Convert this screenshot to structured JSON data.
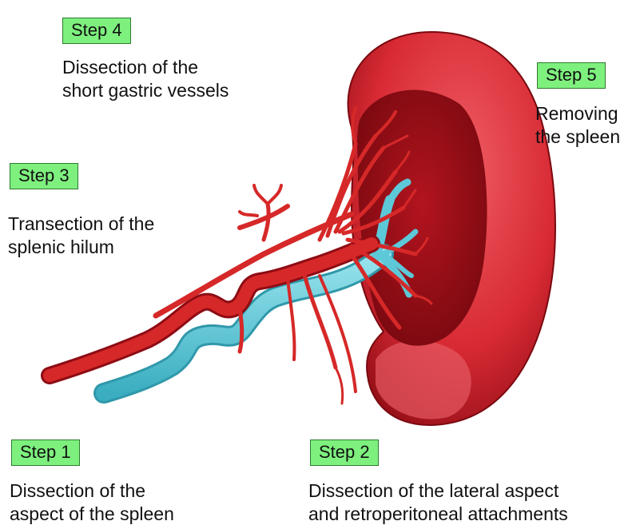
{
  "steps": {
    "step4": {
      "label": "Step 4",
      "lines": [
        "Dissection of the",
        "short gastric vessels"
      ]
    },
    "step5": {
      "label": "Step 5",
      "lines": [
        "Removing",
        "the spleen"
      ]
    },
    "step3": {
      "label": "Step 3",
      "lines": [
        "Transection of the",
        "splenic hilum"
      ]
    },
    "step1": {
      "label": "Step 1",
      "lines": [
        "Dissection of the",
        "aspect of the spleen"
      ]
    },
    "step2": {
      "label": "Step 2",
      "lines": [
        "Dissection of the lateral aspect",
        "and retroperitoneal attachments"
      ]
    }
  },
  "colors": {
    "label_fill": "#7ef07e",
    "label_border": "#2f7a2f",
    "spleen_outer": "#d82a34",
    "spleen_inner": "#a5121c",
    "artery": "#d62828",
    "vein": "#5cc8d8"
  }
}
